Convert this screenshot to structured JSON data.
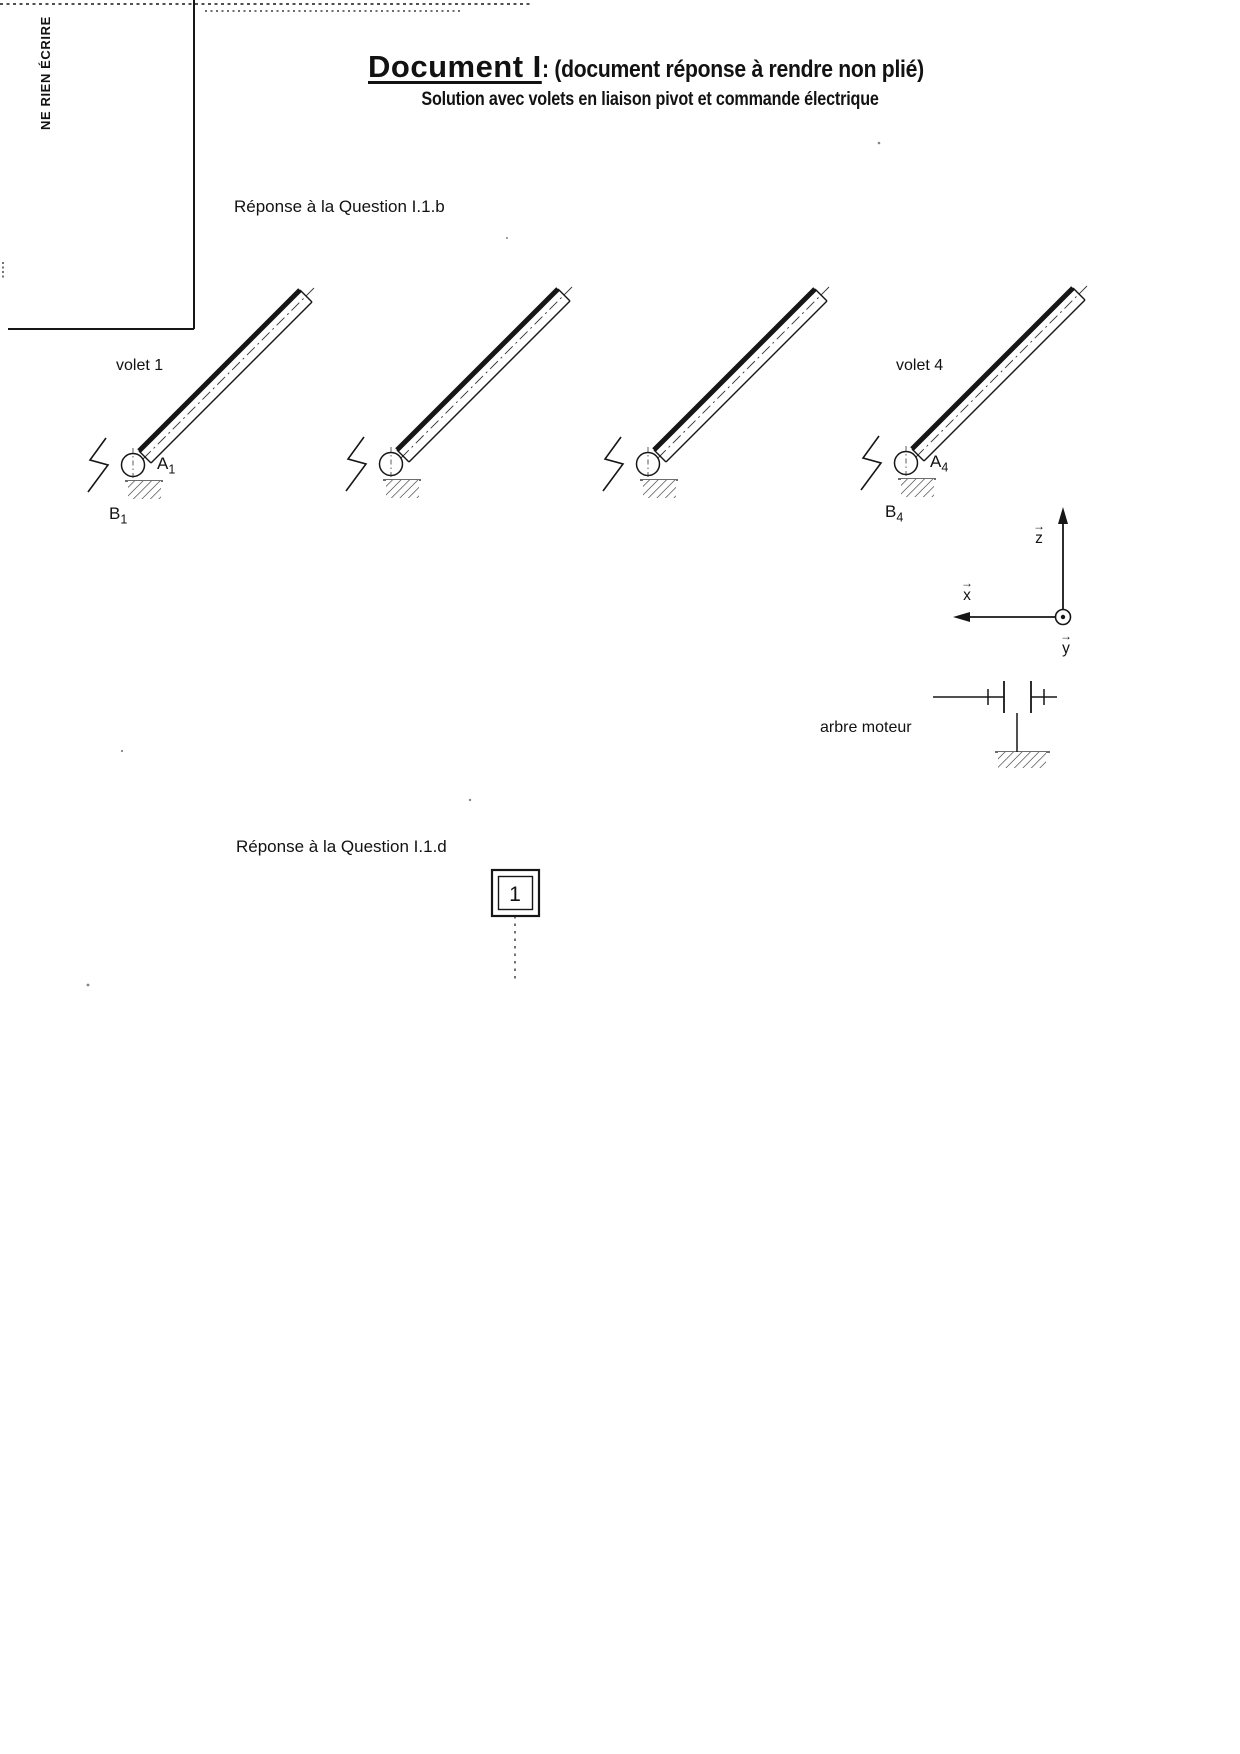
{
  "margin_note": "NE RIEN ÉCRIRE",
  "title": {
    "main": "Document I",
    "separator": " : ",
    "paren": "(document réponse à rendre non plié)",
    "subtitle": "Solution avec volets en liaison pivot et commande électrique"
  },
  "sections": {
    "q1b": "Réponse à la Question I.1.b",
    "q1d": "Réponse à la Question I.1.d"
  },
  "labels": {
    "volet1": "volet 1",
    "volet4": "volet 4",
    "a1": {
      "letter": "A",
      "sub": "1"
    },
    "b1": {
      "letter": "B",
      "sub": "1"
    },
    "a4": {
      "letter": "A",
      "sub": "4"
    },
    "b4": {
      "letter": "B",
      "sub": "4"
    },
    "arbre_moteur": "arbre moteur"
  },
  "axes": {
    "arrow": "→",
    "x": "x",
    "y": "y",
    "z": "z"
  },
  "grafcet": {
    "step1": "1"
  },
  "colors": {
    "ink": "#121212",
    "paper": "#ffffff"
  }
}
